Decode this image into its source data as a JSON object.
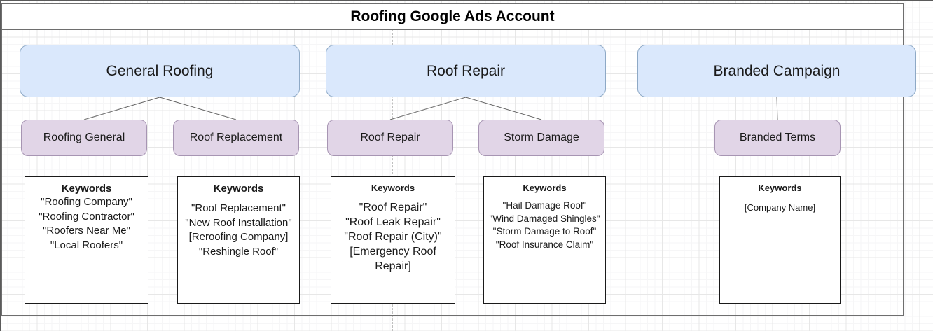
{
  "account": {
    "title": "Roofing Google Ads Account",
    "campaigns": [
      {
        "name": "General Roofing",
        "ad_groups": [
          {
            "name": "Roofing General",
            "keywords_heading": "Keywords",
            "keywords": [
              "\"Roofing Company\"",
              "\"Roofing Contractor\"",
              "\"Roofers Near Me\"",
              "\"Local Roofers\""
            ]
          },
          {
            "name": "Roof Replacement",
            "keywords_heading": "Keywords",
            "keywords": [
              "\"Roof Replacement\"",
              "\"New Roof Installation\"",
              "[Reroofing Company]",
              "\"Reshingle Roof\""
            ]
          }
        ]
      },
      {
        "name": "Roof Repair",
        "ad_groups": [
          {
            "name": "Roof Repair",
            "keywords_heading": "Keywords",
            "keywords": [
              "\"Roof Repair\"",
              "\"Roof Leak Repair\"",
              "\"Roof Repair (City)\"",
              "[Emergency Roof Repair]"
            ]
          },
          {
            "name": "Storm Damage",
            "keywords_heading": "Keywords",
            "keywords": [
              "\"Hail Damage Roof\"",
              "\"Wind Damaged Shingles\"",
              "\"Storm Damage to Roof\"",
              "\"Roof Insurance Claim\""
            ]
          }
        ]
      },
      {
        "name": "Branded Campaign",
        "ad_groups": [
          {
            "name": "Branded Terms",
            "keywords_heading": "Keywords",
            "keywords": [
              "[Company Name]"
            ]
          }
        ]
      }
    ]
  },
  "colors": {
    "campaign_fill": "#dae8fc",
    "campaign_stroke": "#8ea9c6",
    "ad_group_fill": "#e1d5e7",
    "ad_group_stroke": "#a795b3",
    "keyword_box_fill": "#ffffff",
    "keyword_box_stroke": "#1a1a1a",
    "connector": "#666666",
    "container_stroke": "#6e6e6e"
  }
}
